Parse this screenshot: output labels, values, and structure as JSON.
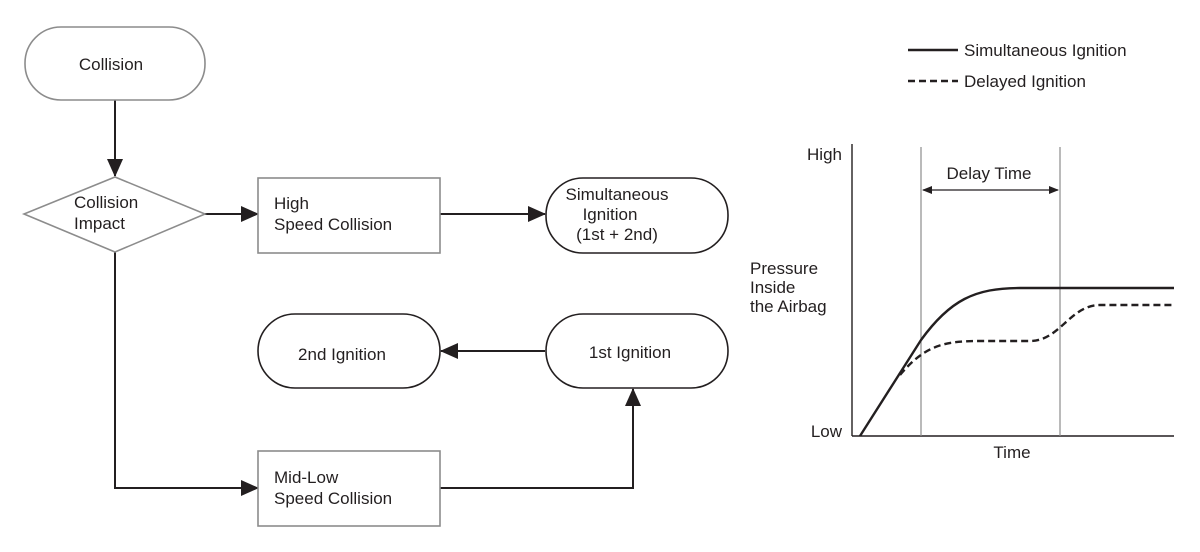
{
  "flowchart": {
    "collision": "Collision",
    "impact": [
      "Collision",
      "Impact"
    ],
    "high_speed": [
      "High",
      "Speed Collision"
    ],
    "simultaneous": [
      "Simultaneous",
      "Ignition",
      "(1st + 2nd)"
    ],
    "second_ignition": "2nd Ignition",
    "first_ignition": "1st Ignition",
    "mid_low_speed": [
      "Mid-Low",
      "Speed Collision"
    ]
  },
  "graph": {
    "legend": [
      "Simultaneous Ignition",
      "Delayed Ignition"
    ],
    "y_high": "High",
    "y_low": "Low",
    "y_label": [
      "Pressure",
      "Inside",
      "the Airbag"
    ],
    "x_label": "Time",
    "delay_label": "Delay Time"
  },
  "colors": {
    "line": "#231f20",
    "guide": "#8c8c8c",
    "box_border": "#8c8c8c",
    "dark_border": "#231f20"
  }
}
